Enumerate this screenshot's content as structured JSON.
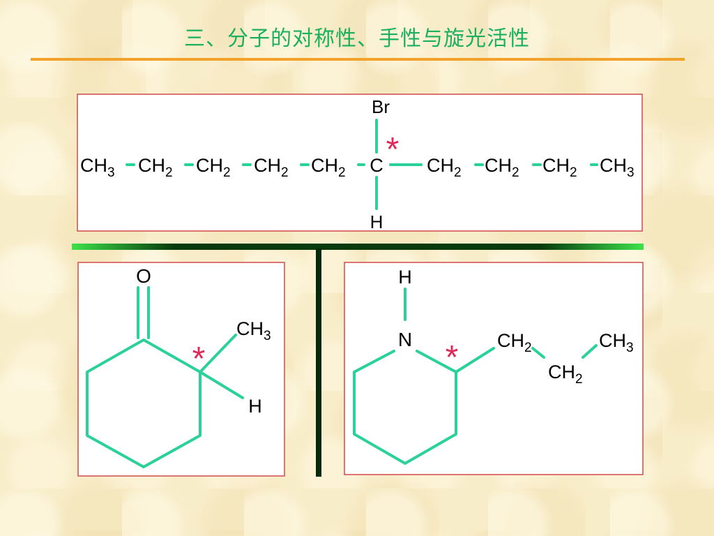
{
  "title": "三、分子的对称性、手性与旋光活性",
  "colors": {
    "title": "#1ab060",
    "rule": "#f2a22a",
    "bond": "#2bd19a",
    "box_border": "#d24a4a",
    "asterisk": "#e0285a"
  },
  "molecule1": {
    "br": "Br",
    "h": "H",
    "c": "C",
    "left_groups": [
      "CH",
      "CH",
      "CH",
      "CH",
      "CH"
    ],
    "left_subs": [
      "3",
      "2",
      "2",
      "2",
      "2"
    ],
    "right_groups": [
      "CH",
      "CH",
      "CH",
      "CH"
    ],
    "right_subs": [
      "2",
      "2",
      "2",
      "3"
    ],
    "chiral_mark": "*"
  },
  "molecule2": {
    "o": "O",
    "ch3": "CH",
    "ch3_sub": "3",
    "h": "H",
    "chiral_mark": "*"
  },
  "molecule3": {
    "h": "H",
    "n": "N",
    "ch2a": "CH",
    "ch2a_sub": "2",
    "ch2b": "CH",
    "ch2b_sub": "2",
    "ch3": "CH",
    "ch3_sub": "3",
    "chiral_mark": "*"
  }
}
